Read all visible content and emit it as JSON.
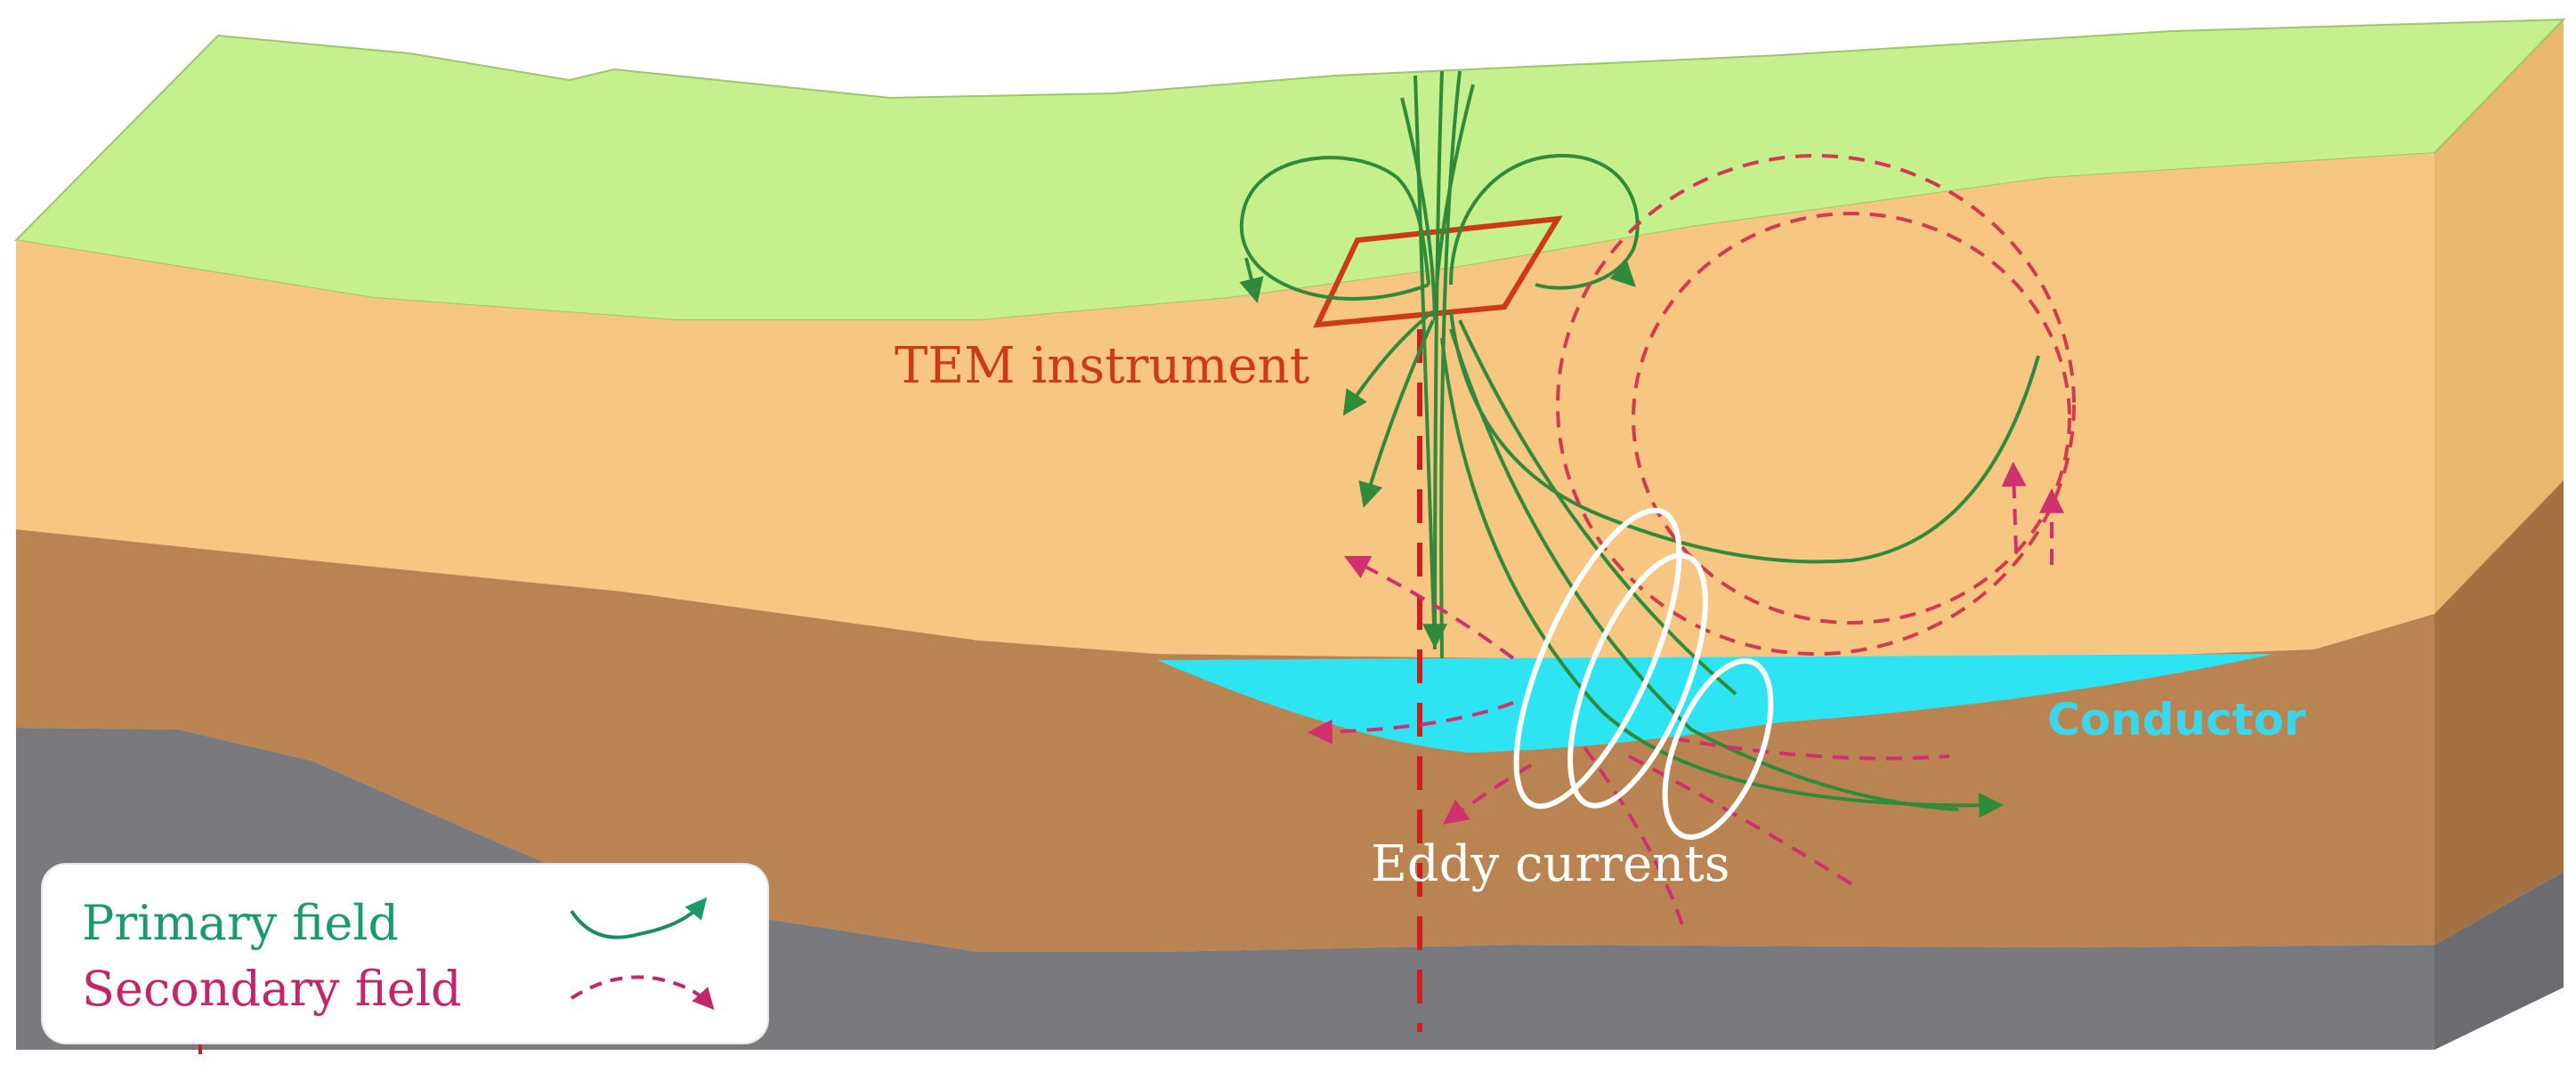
{
  "labels": {
    "instrument": "TEM instrument",
    "conductor": "Conductor",
    "eddy": "Eddy currents"
  },
  "legend": {
    "primary": "Primary field",
    "secondary": "Secondary field"
  },
  "colors": {
    "top_surface": "#c6f08e",
    "layer_sand": "#f7c683",
    "layer_brown": "#b98452",
    "layer_rock": "#7a7a7e",
    "conductor": "#2ee3f2",
    "primary_field": "#2f8a3a",
    "secondary_field": "#d0306e",
    "instrument_loop": "#cc3a1a",
    "eddy_currents": "#ffffff",
    "legend_primary_text": "#1c9a6c",
    "legend_secondary_text": "#c2256a"
  }
}
